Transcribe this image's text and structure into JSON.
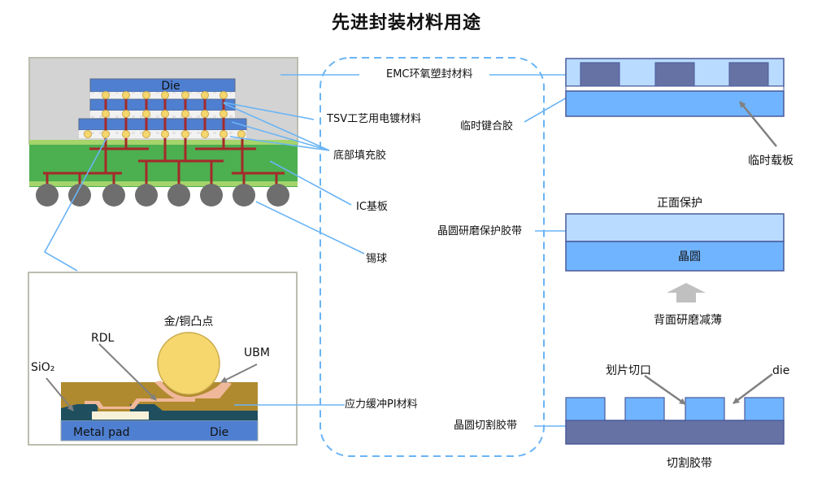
{
  "title": "先进封装材料用途",
  "colors": {
    "leader_line": "#6ab4f5",
    "dashed_box": "#6ab4f5",
    "die_blue": "#4f7fd0",
    "substrate_green": "#4caf50",
    "substrate_edge": "#a5d46a",
    "trace_red": "#a52a2a",
    "bump_yellow": "#f5d76e",
    "ball_gray": "#6e6e6e",
    "emc_gray": "#d3d3d3",
    "pi_gold": "#b08a2e",
    "rdl_pink": "#f0b89a",
    "sio2_dark": "#1f4f5f",
    "pad_cream": "#f7f1da",
    "light_blue": "#b9dbff",
    "mid_blue": "#70b4ff",
    "dark_slate": "#6672a4",
    "arrow_gray": "#808080"
  },
  "left_top_diagram": {
    "die_label": "Die"
  },
  "left_bottom_diagram": {
    "bump_label": "金/铜凸点",
    "rdl_label": "RDL",
    "ubm_label": "UBM",
    "sio2_label": "SiO₂",
    "metal_pad_label": "Metal pad",
    "die_label": "Die"
  },
  "center_labels": {
    "emc": "EMC环氧塑封材料",
    "tsv": "TSV工艺用电镀材料",
    "underfill": "底部填充胶",
    "ic_substrate": "IC基板",
    "solder_ball": "锡球",
    "pi": "应力缓冲PI材料",
    "temp_bond": "临时键合胶",
    "grinding_tape": "晶圆研磨保护胶带",
    "dicing_tape": "晶圆切割胶带"
  },
  "right_top_diagram": {
    "carrier_label": "临时载板"
  },
  "right_mid_diagram": {
    "front_protect_label": "正面保护",
    "wafer_label": "晶圆",
    "back_grind_label": "背面研磨减薄"
  },
  "right_bottom_diagram": {
    "kerf_label": "划片切口",
    "die_label": "die",
    "tape_label": "切割胶带"
  }
}
